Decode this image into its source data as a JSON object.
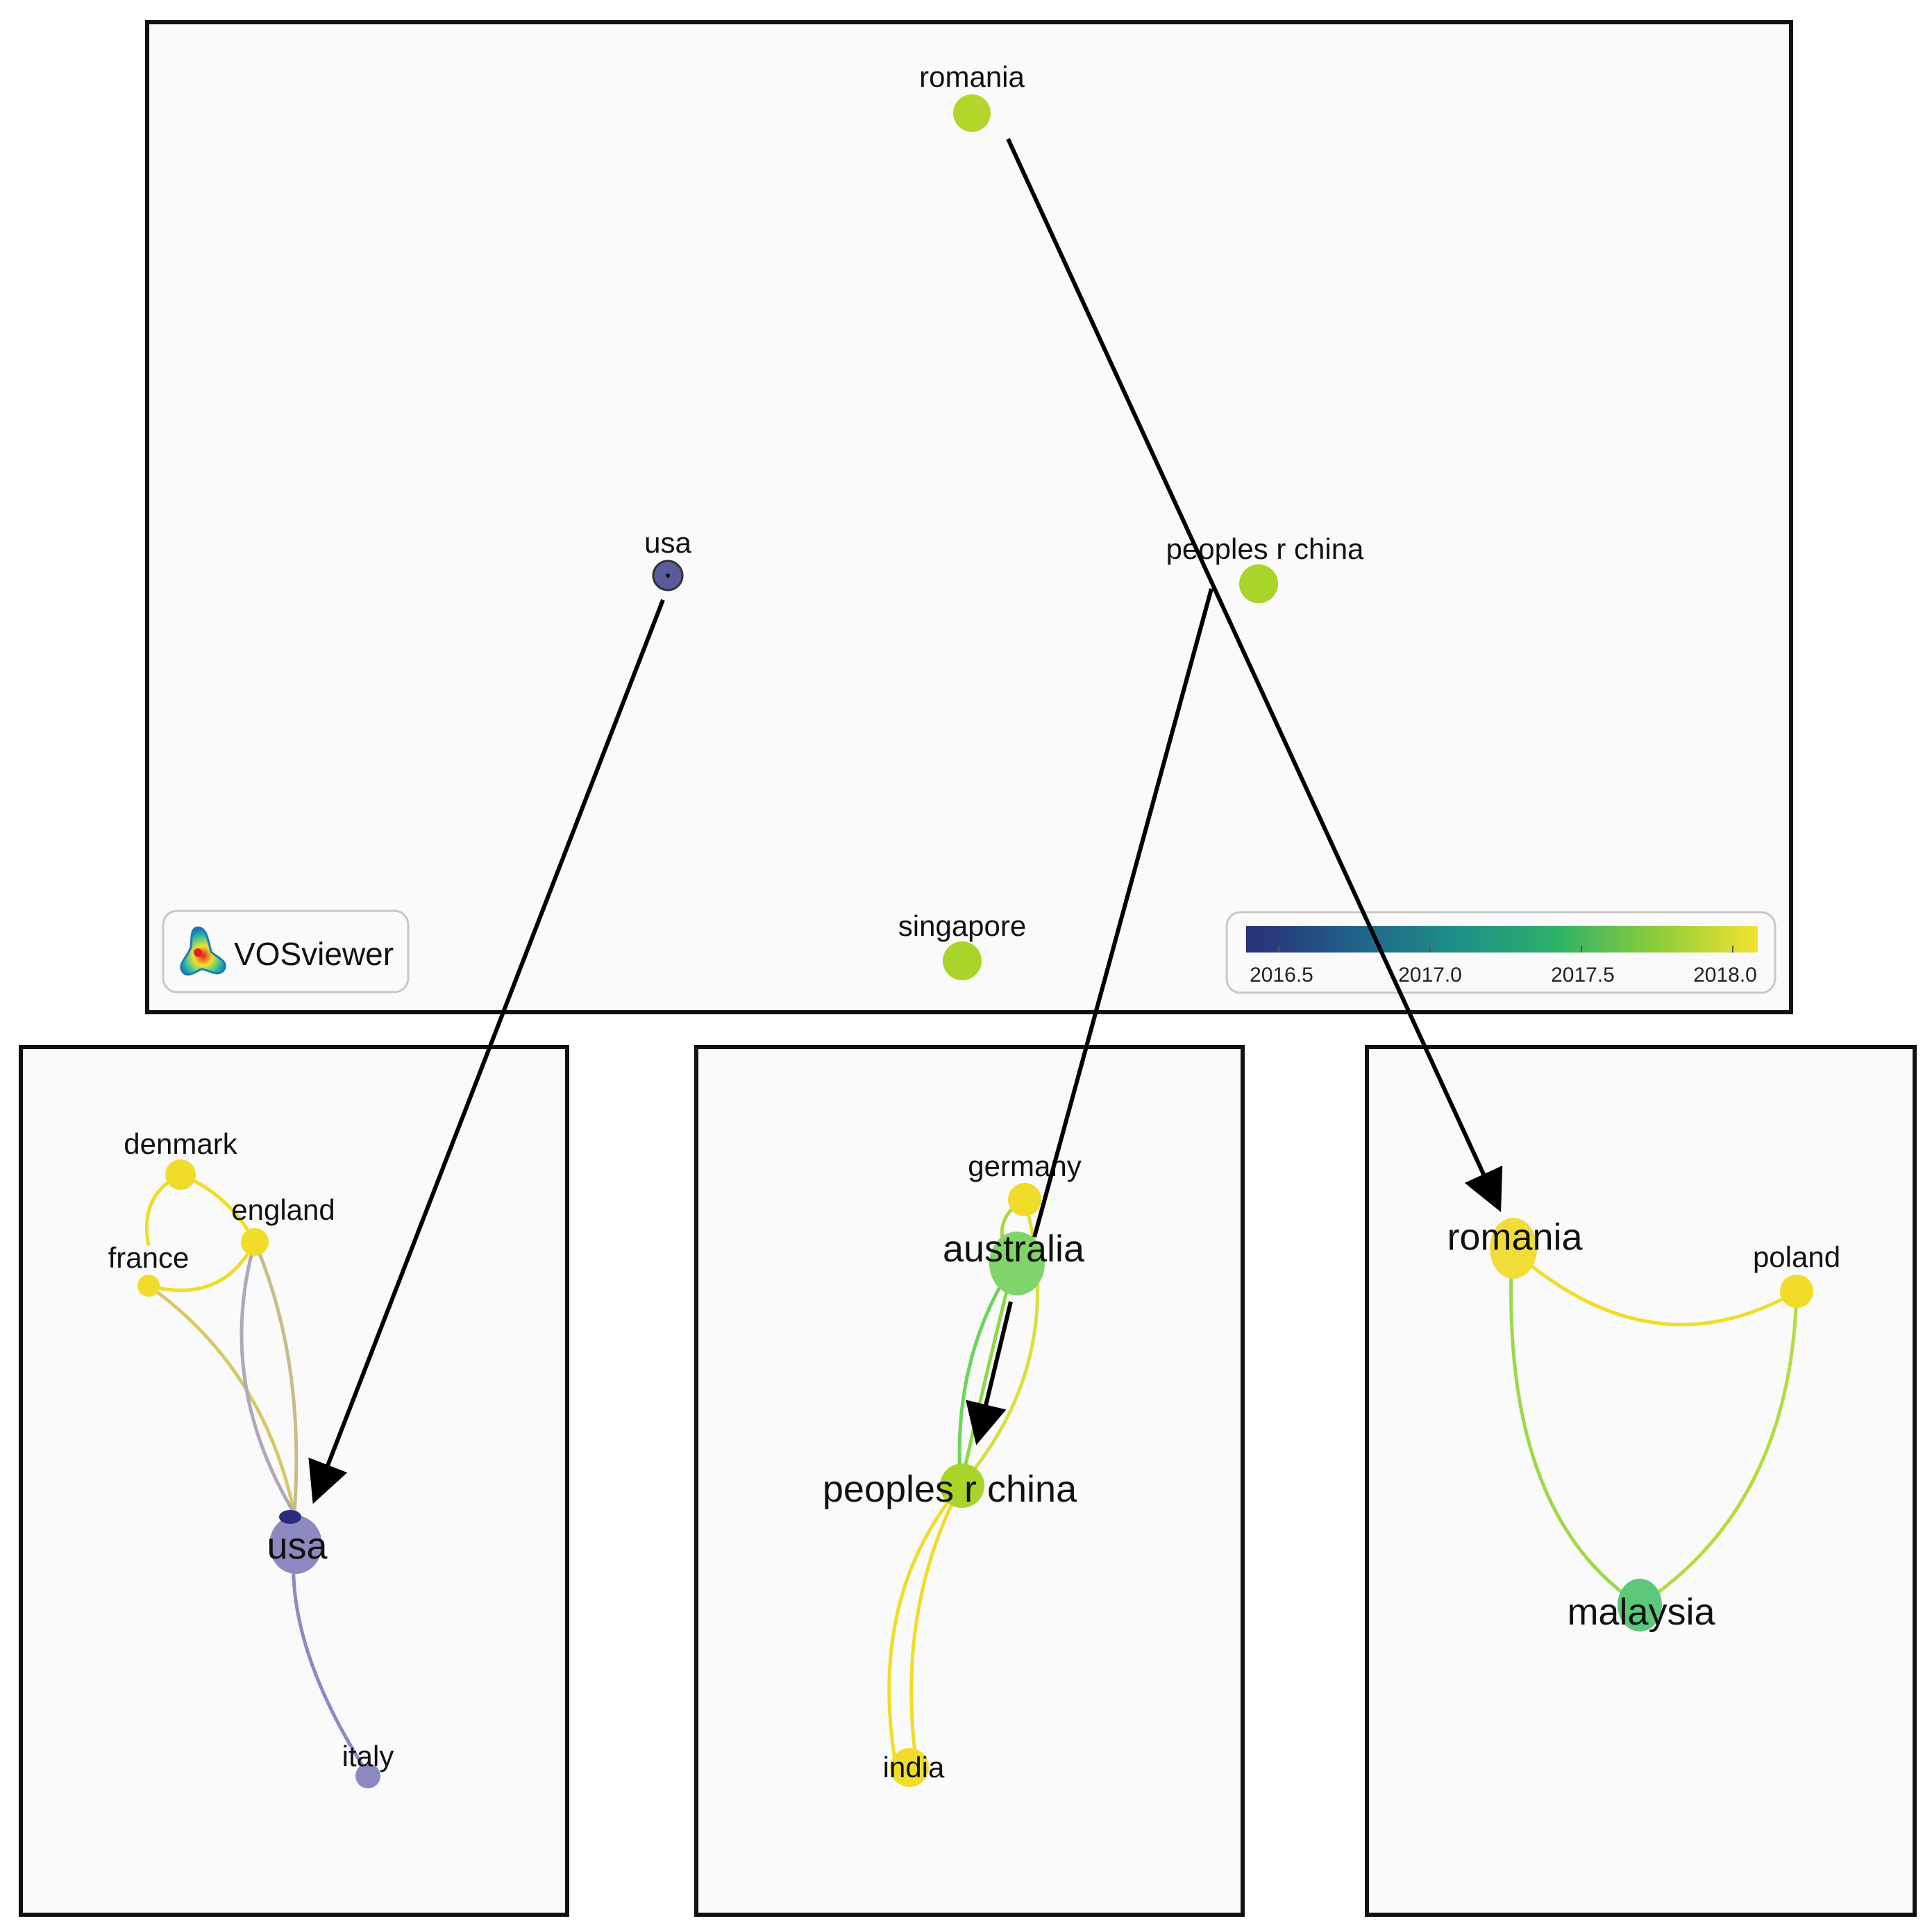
{
  "logo": {
    "text": "VOSviewer",
    "icon": "vosviewer-logo-icon"
  },
  "legend": {
    "ticks": [
      "2016.5",
      "2017.0",
      "2017.5",
      "2018.0"
    ],
    "gradient_colors": [
      "#2a2f76",
      "#215f8a",
      "#1e8d8a",
      "#2bb06a",
      "#8ccc3a",
      "#f3e232"
    ]
  },
  "overview": {
    "nodes": [
      {
        "id": "romania",
        "label": "romania",
        "color": "#b2d62a"
      },
      {
        "id": "usa",
        "label": "usa",
        "color": "#5a5a9c"
      },
      {
        "id": "china",
        "label": "peoples r china",
        "color": "#a9d42a"
      },
      {
        "id": "singapore",
        "label": "singapore",
        "color": "#a9d42a"
      }
    ]
  },
  "cluster_usa": {
    "nodes": [
      {
        "id": "denmark",
        "label": "denmark",
        "color": "#f1dc2a"
      },
      {
        "id": "england",
        "label": "england",
        "color": "#f1dc2a"
      },
      {
        "id": "france",
        "label": "france",
        "color": "#f1dc2a"
      },
      {
        "id": "usa",
        "label": "usa",
        "color": "#8a8ac0"
      },
      {
        "id": "italy",
        "label": "italy",
        "color": "#8a8ac0"
      }
    ]
  },
  "cluster_china": {
    "nodes": [
      {
        "id": "germany",
        "label": "germany",
        "color": "#f1dc2a"
      },
      {
        "id": "australia",
        "label": "australia",
        "color": "#7fd46a"
      },
      {
        "id": "china",
        "label": "peoples r china",
        "color": "#a9d42a"
      },
      {
        "id": "india",
        "label": "india",
        "color": "#f1dc2a"
      }
    ]
  },
  "cluster_romania": {
    "nodes": [
      {
        "id": "romania",
        "label": "romania",
        "color": "#f1dc3a"
      },
      {
        "id": "poland",
        "label": "poland",
        "color": "#f1dc2a"
      },
      {
        "id": "malaysia",
        "label": "malaysia",
        "color": "#5cc87a"
      }
    ]
  }
}
